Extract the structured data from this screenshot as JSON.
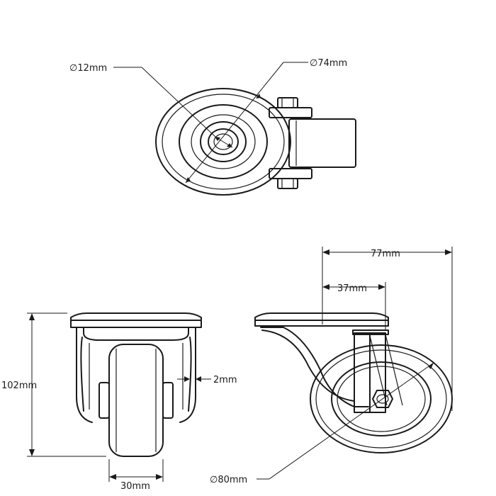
{
  "views": {
    "top": {
      "axle_diameter": "∅12mm",
      "wheel_diameter_top": "∅74mm"
    },
    "front": {
      "height": "102mm",
      "wall_thickness": "2mm",
      "wheel_width": "30mm"
    },
    "side": {
      "overall_length": "77mm",
      "offset": "37mm",
      "wheel_diameter": "∅80mm"
    }
  }
}
